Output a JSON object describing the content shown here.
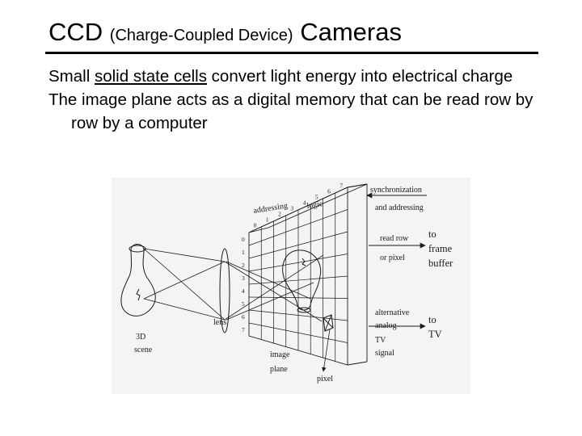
{
  "title": {
    "main": "CCD",
    "paren": "(Charge-Coupled Device)",
    "tail": "Cameras"
  },
  "bullets": [
    {
      "prefix": "Small ",
      "underlined": "solid state cells",
      "suffix": " convert light energy into electrical charge"
    },
    {
      "text": "The image plane acts as a digital memory that can be read row by row by a computer"
    }
  ],
  "figure": {
    "labels": {
      "synchronization": "synchronization",
      "and_addressing": "and addressing",
      "addressing": "addressing",
      "logic": "logic",
      "read_row": "read row",
      "or_pixel": "or pixel",
      "to_frame_1": "to",
      "to_frame_2": "frame",
      "to_frame_3": "buffer",
      "alternative": "alternative",
      "analog": "analog",
      "tv": "TV",
      "signal": "signal",
      "to_tv_1": "to",
      "to_tv_2": "TV",
      "lens": "lens",
      "scene_1": "3D",
      "scene_2": "scene",
      "image_1": "image",
      "image_2": "plane",
      "pixel": "pixel"
    },
    "column_numbers": [
      "0",
      "1",
      "2",
      "3",
      "4",
      "5",
      "6",
      "7"
    ],
    "row_numbers": [
      "0",
      "1",
      "2",
      "3",
      "4",
      "5",
      "6",
      "7"
    ]
  }
}
